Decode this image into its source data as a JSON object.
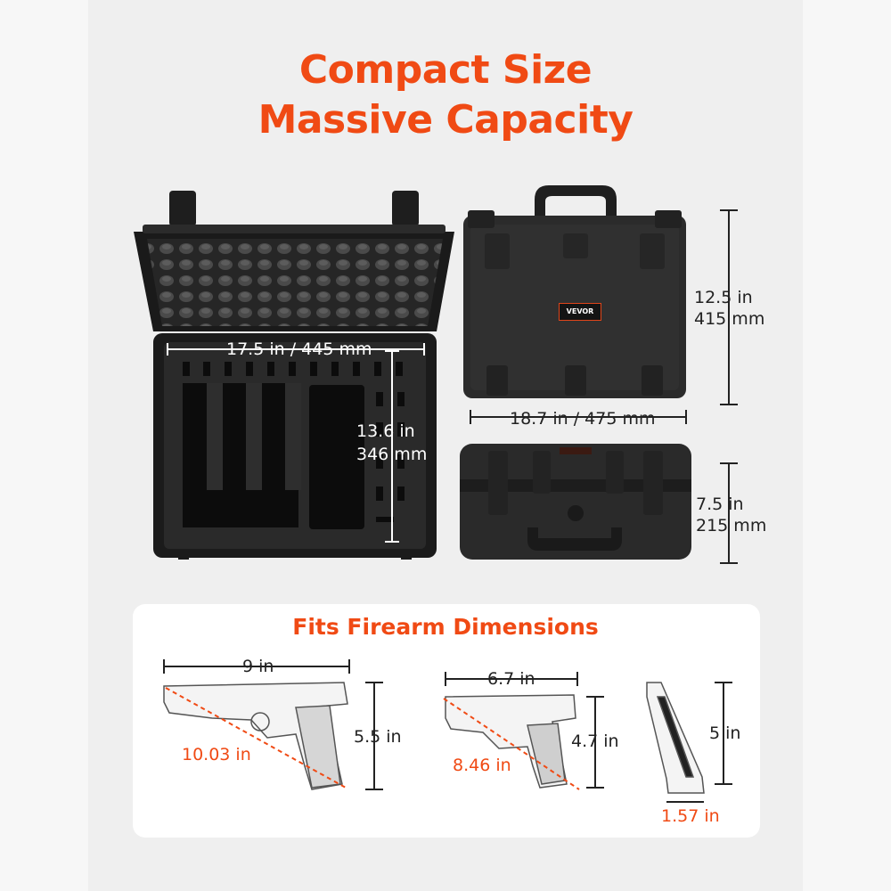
{
  "headline": {
    "line1": "Compact Size",
    "line2": "Massive Capacity"
  },
  "accent_color": "#f04a14",
  "case": {
    "brand": "VEVOR",
    "interior_width": "17.5 in / 445 mm",
    "interior_depth_in": "13.6 in",
    "interior_depth_mm": "346 mm",
    "height_in": "12.5 in",
    "height_mm": "415 mm",
    "width": "18.7 in / 475 mm",
    "depth_in": "7.5 in",
    "depth_mm": "215 mm"
  },
  "firearms": {
    "title": "Fits Firearm Dimensions",
    "pistol1": {
      "length": "9 in",
      "height": "5.5 in",
      "diagonal": "10.03 in"
    },
    "pistol2": {
      "length": "6.7 in",
      "height": "4.7 in",
      "diagonal": "8.46 in"
    },
    "magazine": {
      "height": "5 in",
      "width": "1.57 in"
    }
  }
}
